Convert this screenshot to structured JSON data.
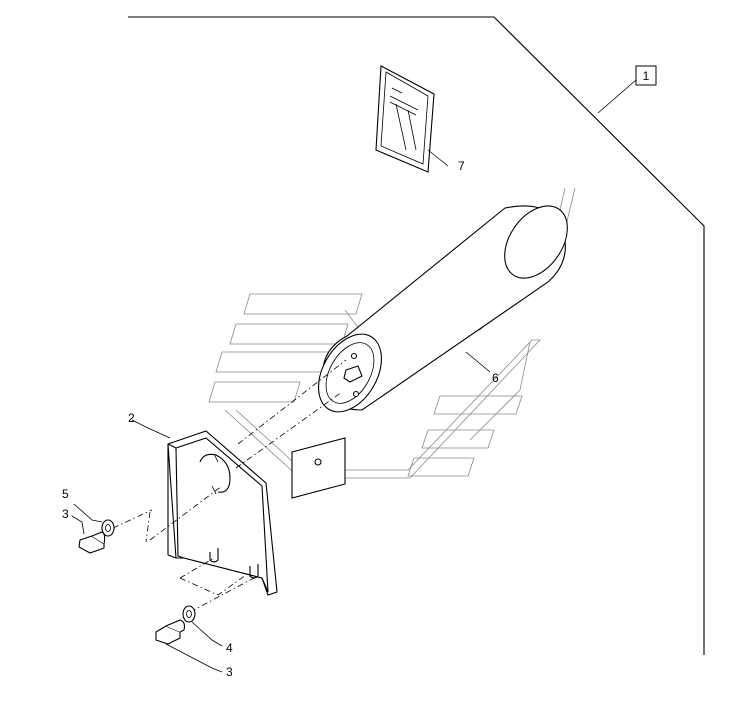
{
  "callouts": {
    "assembly": "1",
    "plate": "2",
    "bolt_upper": "3",
    "bolt_lower": "3",
    "washer_lower": "4",
    "washer_upper": "5",
    "tube": "6",
    "manual": "7"
  }
}
